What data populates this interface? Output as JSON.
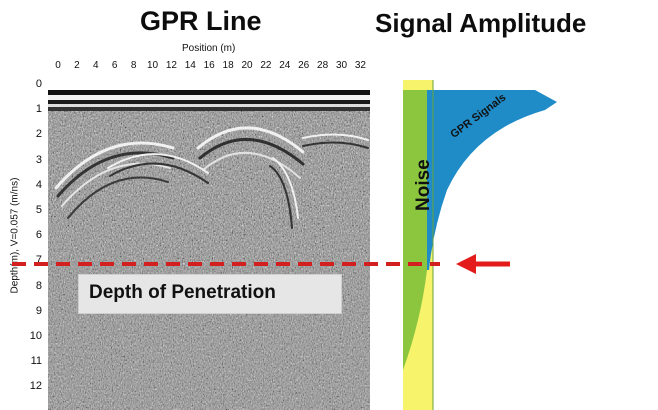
{
  "titles": {
    "gpr_line": "GPR Line",
    "signal_amplitude": "Signal Amplitude"
  },
  "radargram": {
    "x_axis_label": "Position (m)",
    "x_ticks": [
      "0",
      "2",
      "4",
      "6",
      "8",
      "10",
      "12",
      "14",
      "16",
      "18",
      "20",
      "22",
      "24",
      "26",
      "28",
      "30",
      "32"
    ],
    "y_axis_label": "Depth(m), V=0.057 (m/ns)",
    "y_ticks": [
      "0",
      "1",
      "2",
      "3",
      "4",
      "5",
      "6",
      "7",
      "8",
      "9",
      "10",
      "11",
      "12"
    ]
  },
  "annotations": {
    "depth_of_penetration": "Depth of Penetration",
    "noise": "Noise",
    "gpr_signals": "GPR Signals",
    "penetration_depth_m": 7.2
  },
  "colors": {
    "noise_fill": "#f7f36a",
    "noise_band": "#8cc63f",
    "signal_fill": "#1f8cc8",
    "dashed_line": "#d22020",
    "arrow": "#e31b1b"
  }
}
